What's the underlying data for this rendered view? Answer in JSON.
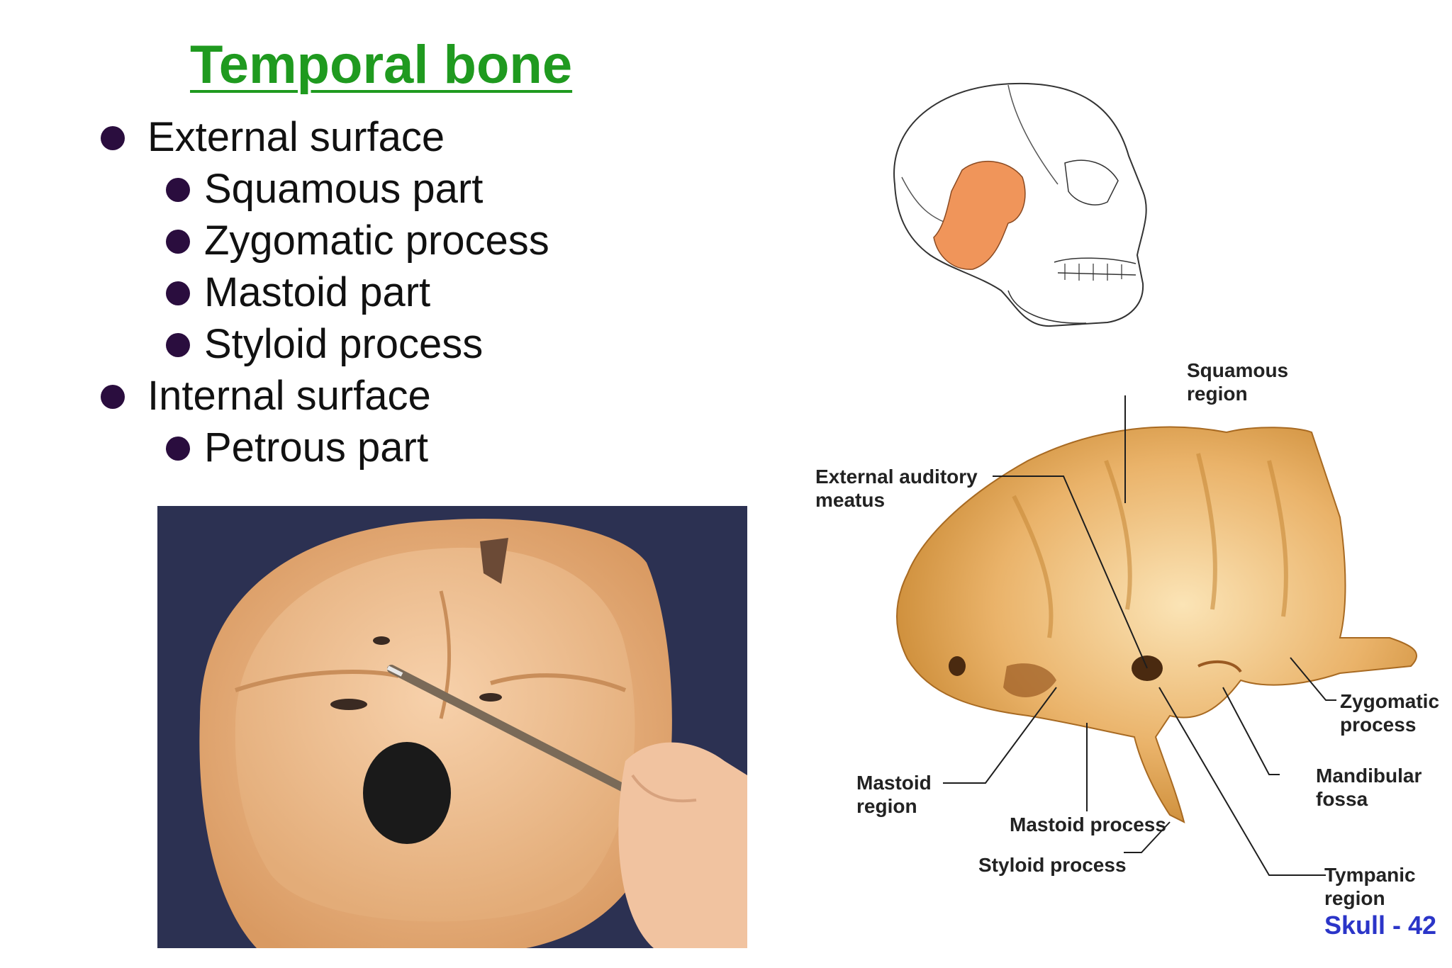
{
  "title": "Temporal bone",
  "bullets": [
    {
      "text": "External surface",
      "level": 1
    },
    {
      "text": "Squamous part",
      "level": 2
    },
    {
      "text": "Zygomatic process",
      "level": 2
    },
    {
      "text": "Mastoid part",
      "level": 2
    },
    {
      "text": "Styloid process",
      "level": 2
    },
    {
      "text": "Internal surface",
      "level": 1
    },
    {
      "text": "Petrous part",
      "level": 2
    }
  ],
  "diagram_labels": {
    "squamous": "Squamous\nregion",
    "external_auditory": "External auditory\nmeatus",
    "zygomatic": "Zygomatic\nprocess",
    "mandibular": "Mandibular\nfossa",
    "mastoid_region": "Mastoid\nregion",
    "mastoid_process": "Mastoid process",
    "styloid": "Styloid process",
    "tympanic": "Tympanic\nregion"
  },
  "footer": "Skull - 42",
  "colors": {
    "title": "#1f9a1f",
    "bullet": "#2a0d3e",
    "highlight": "#f0955a",
    "bone": "#e6b36a",
    "photo_background": "#2c3152",
    "footer": "#2b35c8"
  }
}
